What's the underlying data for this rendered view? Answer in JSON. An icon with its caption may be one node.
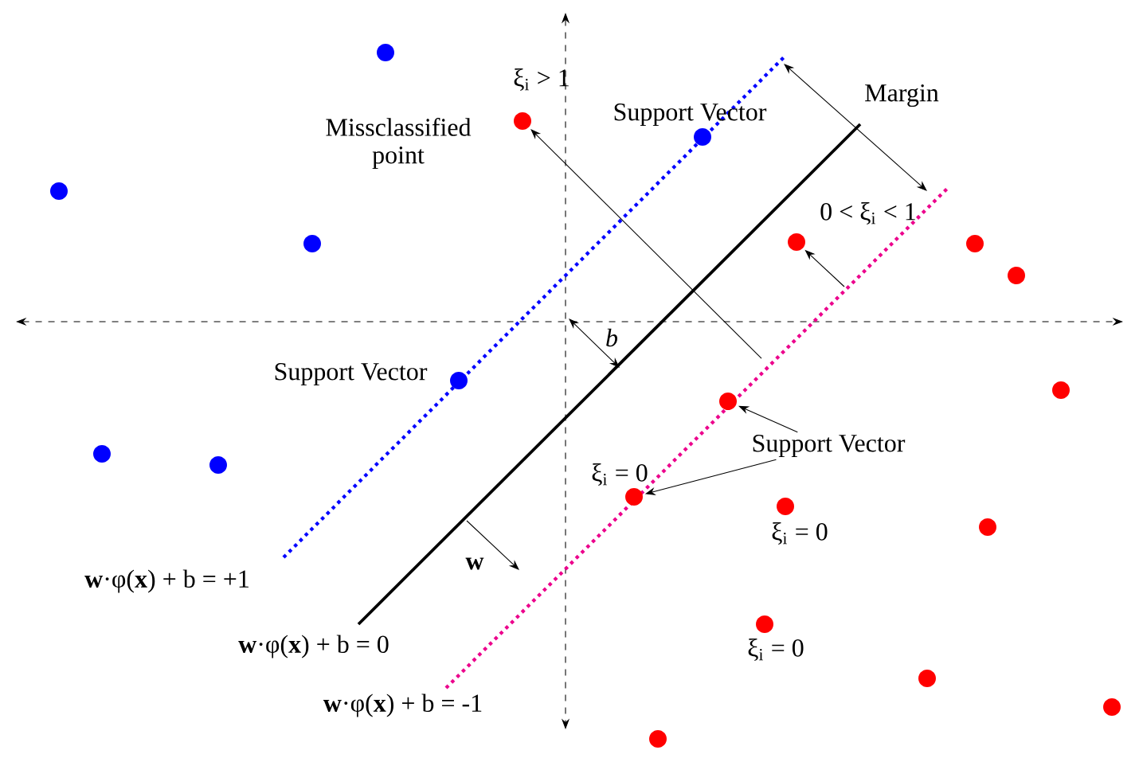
{
  "diagram": {
    "nodes": [
      {
        "text": [
          "Support Vector"
        ]
      },
      {
        "text": [],
        "shape": "circle"
      },
      {
        "text": [],
        "shape": "circle"
      },
      {
        "text": [],
        "shape": "circle"
      },
      {
        "text": [],
        "shape": "circle"
      },
      {
        "text": [],
        "shape": "circle"
      },
      {
        "text": [],
        "shape": "circle"
      },
      {
        "text": [],
        "shape": "circle"
      },
      {
        "text": [],
        "shape": "circle"
      },
      {
        "text": [],
        "shape": "circle"
      },
      {
        "text": [],
        "shape": "circle"
      },
      {
        "text": [],
        "shape": "circle"
      },
      {
        "text": [],
        "shape": "circle"
      },
      {
        "text": [],
        "shape": "circle"
      },
      {
        "text": [],
        "shape": "circle"
      },
      {
        "text": [],
        "shape": "circle"
      },
      {
        "text": [],
        "shape": "circle"
      },
      {
        "text": [],
        "shape": "circle"
      },
      {
        "text": [],
        "shape": "circle"
      },
      {
        "text": [],
        "shape": "circle"
      },
      {
        "text": [],
        "shape": "circle"
      }
    ],
    "edges": [
      {
        "from": 0,
        "to": 11,
        "arrow": "to"
      },
      {
        "from": 0,
        "to": 8,
        "arrow": "to"
      },
      {
        "from": null,
        "to": 7,
        "arrow": "to"
      },
      {
        "from": null,
        "to": 14,
        "arrow": "to"
      }
    ],
    "labels": [
      "ξ$_{i}$ > 1",
      "Missclassified point",
      "Support Vector",
      "Margin",
      "0 < ξ$_{i}$ < 1",
      "b",
      "Support Vector",
      "ξ$_{i}$ = 0",
      "ξ$_{i}$ = 0",
      "w",
      "**w**·φ(**x**) + b = +1",
      "ξ$_{i}$ = 0",
      "**w**·φ(**x**) + b = 0",
      "**w**·φ(**x**) + b = -1"
    ]
  }
}
